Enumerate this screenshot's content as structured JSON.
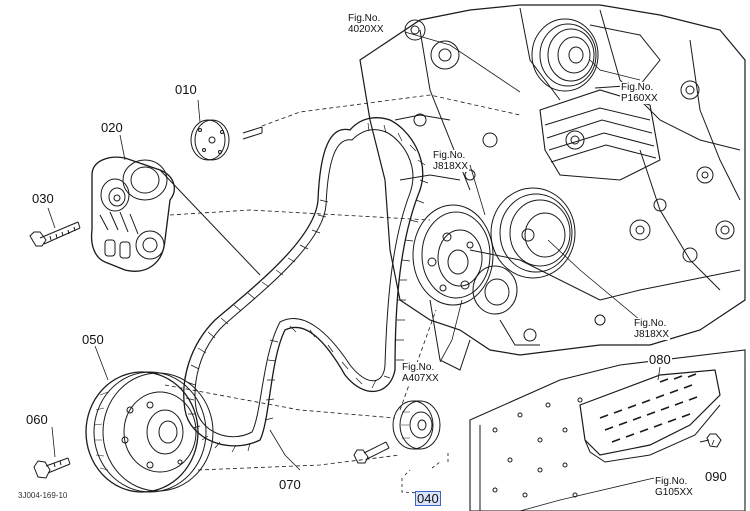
{
  "diagram": {
    "drawing_code": "3J004-169-10",
    "selected_part": "040",
    "part_labels": {
      "p010": "010",
      "p020": "020",
      "p030": "030",
      "p040": "040",
      "p050": "050",
      "p060": "060",
      "p070": "070",
      "p080": "080",
      "p090": "090"
    },
    "figure_refs": [
      {
        "line1": "Fig.No.",
        "line2": "4020XX"
      },
      {
        "line1": "Fig.No.",
        "line2": "P160XX"
      },
      {
        "line1": "Fig.No.",
        "line2": "J818XX"
      },
      {
        "line1": "Fig.No.",
        "line2": "J818XX"
      },
      {
        "line1": "Fig.No.",
        "line2": "A407XX"
      },
      {
        "line1": "Fig.No.",
        "line2": "G105XX"
      }
    ],
    "colors": {
      "line": "#1a1a1a",
      "highlight_border": "#3b63c4",
      "highlight_fill": "#d9e4fb"
    }
  }
}
